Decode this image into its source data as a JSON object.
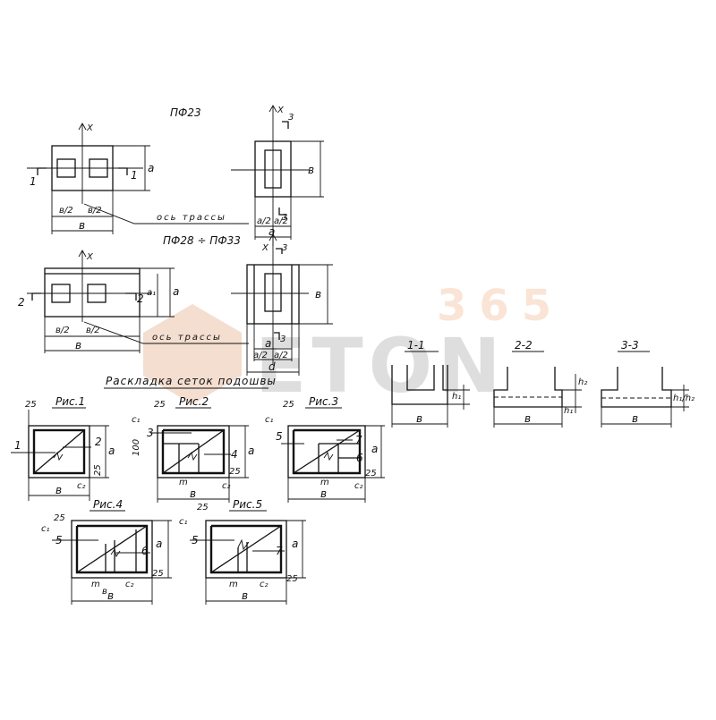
{
  "titles": {
    "pf23": "ПФ23",
    "pf28_33": "ПФ28 ÷ ПФ33",
    "layout": "Раскладка сеток подошвы",
    "sec11": "1-1",
    "sec22": "2-2",
    "sec33": "3-3",
    "fig1": "Рис.1",
    "fig2": "Рис.2",
    "fig3": "Рис.3",
    "fig4": "Рис.4",
    "fig5": "Рис.5"
  },
  "labels": {
    "x": "X",
    "axis_route": "ось трассы",
    "a": "а",
    "a1": "а₁",
    "b": "в",
    "b_half": "в/2",
    "a_half": "а/2",
    "d": "d",
    "h1": "h₁",
    "h2": "h₂",
    "h1h2": "h₁/h₂",
    "c1": "c₁",
    "c2": "c₂",
    "m": "m",
    "n25": "25",
    "n100": "100",
    "n1": "1",
    "n2": "2",
    "n3": "3",
    "n4": "4",
    "n5": "5",
    "n6": "6",
    "n7": "7",
    "sec1": "1",
    "sec2": "2",
    "sec3": "3"
  },
  "watermark": {
    "number": "365",
    "word": "ETON",
    "accent_color": "#f0a070",
    "gray_color": "#8a8a8a"
  }
}
